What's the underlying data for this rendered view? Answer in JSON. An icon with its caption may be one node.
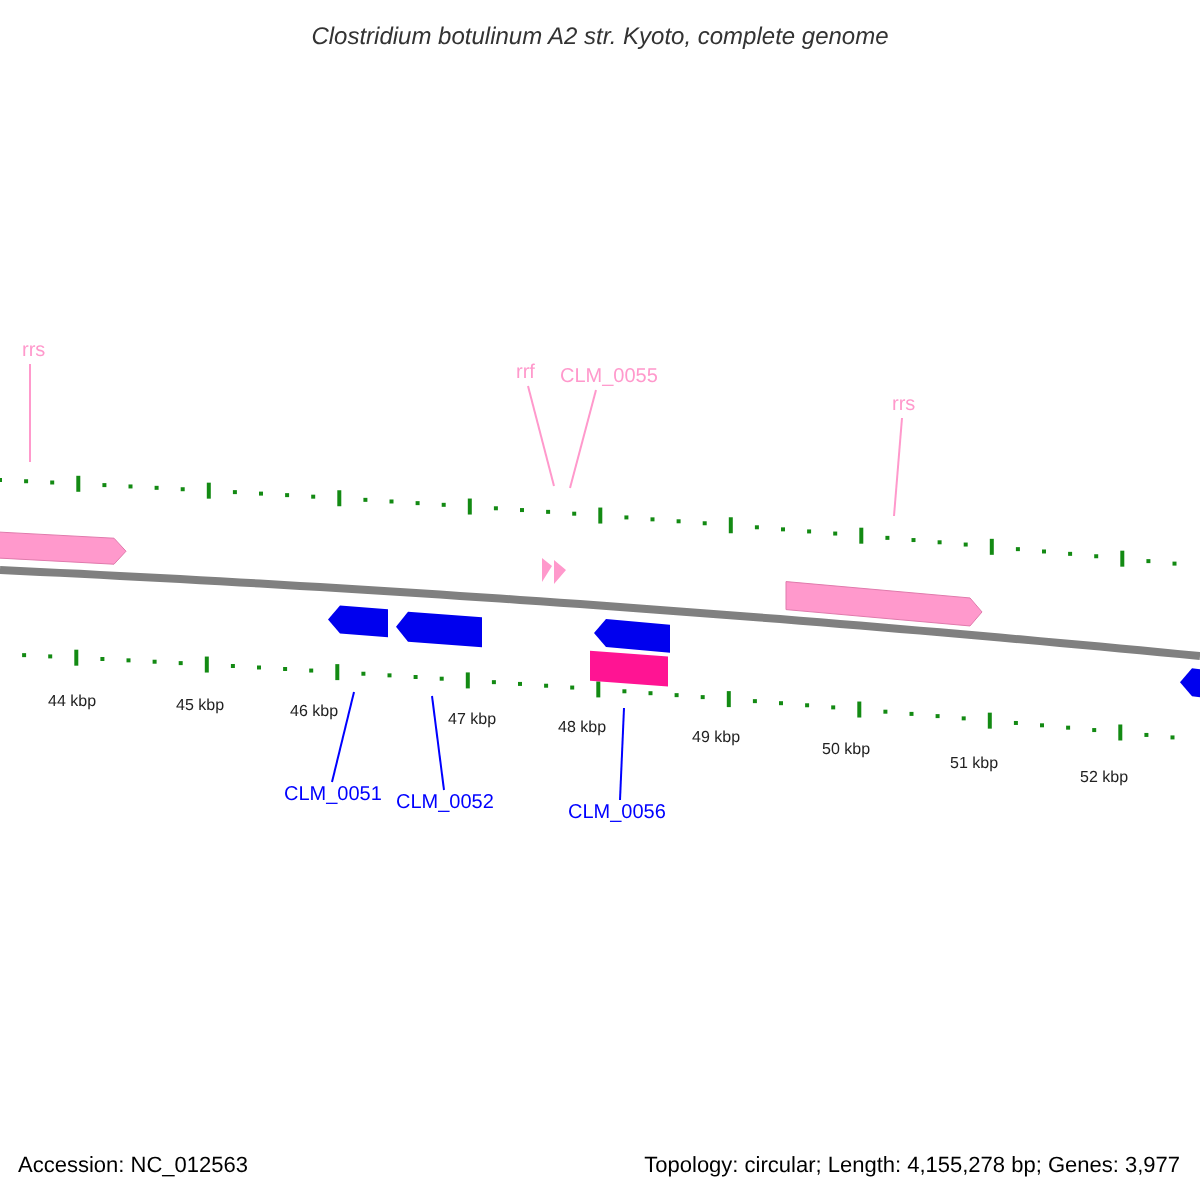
{
  "diagram": {
    "title": "Clostridium botulinum A2 str. Kyoto, complete genome",
    "nodes": [
      {
        "text": [
          "rrs"
        ]
      },
      {
        "text": [
          "rrf"
        ]
      },
      {
        "text": [
          "CLM_0055"
        ]
      },
      {
        "text": [
          "rrs"
        ]
      },
      {
        "text": [
          "CLM_0051"
        ]
      },
      {
        "text": [
          "CLM_0052"
        ]
      },
      {
        "text": [
          "CLM_0056"
        ]
      }
    ],
    "edges": [
      {
        "from": 0,
        "to": null,
        "arrow": "none"
      },
      {
        "from": 1,
        "to": null,
        "arrow": "none"
      },
      {
        "from": 2,
        "to": null,
        "arrow": "none"
      },
      {
        "from": 3,
        "to": null,
        "arrow": "none"
      },
      {
        "from": 4,
        "to": null,
        "arrow": "none",
        "color": "#0000ff"
      },
      {
        "from": 5,
        "to": null,
        "arrow": "none",
        "color": "#0000ff"
      },
      {
        "from": 6,
        "to": null,
        "arrow": "none",
        "color": "#0000ff"
      }
    ],
    "labels": [
      "44 kbp",
      "45 kbp",
      "46 kbp",
      "47 kbp",
      "48 kbp",
      "49 kbp",
      "50 kbp",
      "51 kbp",
      "52 kbp",
      "Accession: NC_012563",
      "Topology: circular; Length: 4,155,278 bp; Genes: 3,977"
    ]
  }
}
